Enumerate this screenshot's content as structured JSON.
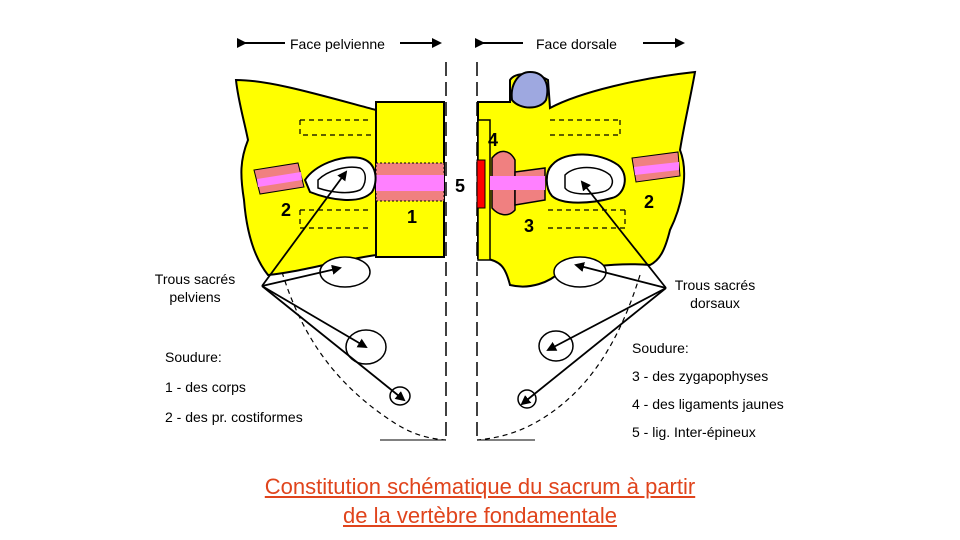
{
  "header": {
    "left": "Face pelvienne",
    "right": "Face dorsale"
  },
  "numbers": {
    "n1": "1",
    "n2_left": "2",
    "n2_right": "2",
    "n3": "3",
    "n4": "4",
    "n5": "5"
  },
  "labels": {
    "pelvic_foramina_line1": "Trous sacrés",
    "pelvic_foramina_line2": "pelviens",
    "dorsal_foramina_line1": "Trous sacrés",
    "dorsal_foramina_line2": "dorsaux"
  },
  "left_legend": {
    "title": "Soudure:",
    "items": [
      "1  - des corps",
      "2 - des pr. costiformes"
    ]
  },
  "right_legend": {
    "title": "Soudure:",
    "items": [
      "3 - des zygapophyses",
      "4 - des ligaments jaunes",
      "5  - lig. Inter-épineux"
    ]
  },
  "caption": {
    "line1": "Constitution schématique du sacrum à partir",
    "line2": "de la vertèbre fondamentale"
  },
  "colors": {
    "bone": "#ffff00",
    "pink": "#f08080",
    "magenta": "#ff80ff",
    "red": "#ff0000",
    "blue": "#9ea8e0",
    "caption": "#e0441c"
  }
}
